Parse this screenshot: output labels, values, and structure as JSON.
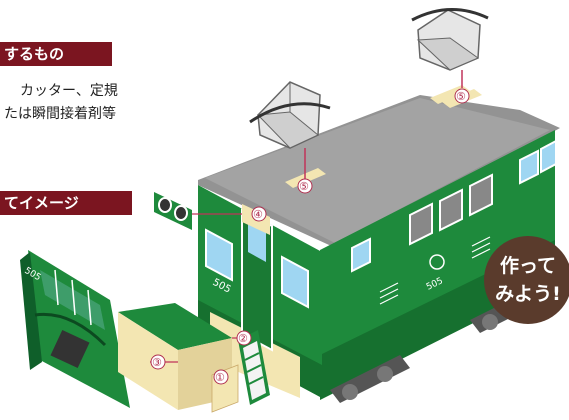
{
  "materials": {
    "heading": "するもの",
    "line1": "カッター、定規",
    "line2": "たは瞬間接着剤等"
  },
  "image_section": {
    "heading": "てイメージ"
  },
  "callouts": [
    "①",
    "②",
    "③",
    "④",
    "⑤",
    "⑤"
  ],
  "train": {
    "number": "505",
    "body_color": "#1e8a3c",
    "dark_green": "#0f5f2a",
    "roof_color": "#8f8f8f",
    "panel_color": "#f3e6b2",
    "window_color": "#9fd6f2"
  },
  "badge": {
    "line1": "作って",
    "line2": "みよう!",
    "color": "#5a3b2c"
  }
}
